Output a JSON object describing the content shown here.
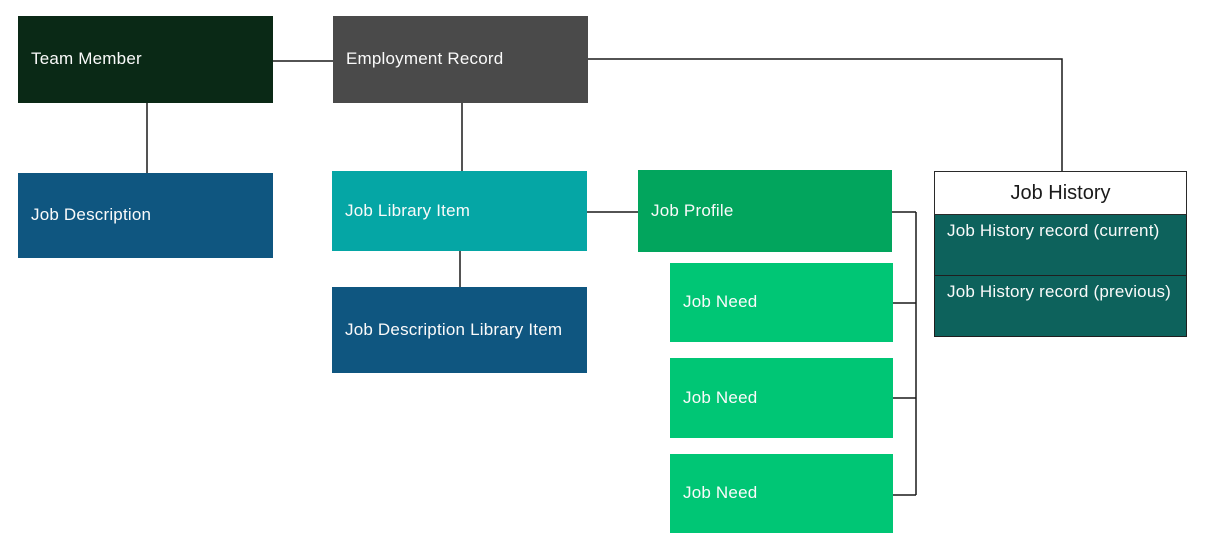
{
  "diagram": {
    "palette": {
      "line_color": "#1a1a1a",
      "node_text_color": "#fafafa",
      "history_header_text_color": "#1a1a1a"
    },
    "nodes": {
      "team_member": {
        "label": "Team Member",
        "color": "#0a2916"
      },
      "employment_record": {
        "label": "Employment Record",
        "color": "#4a4a4a"
      },
      "job_description": {
        "label": "Job Description",
        "color": "#0f5680"
      },
      "job_library_item": {
        "label": "Job Library Item",
        "color": "#05a6a5"
      },
      "job_description_library_item": {
        "label": "Job Description Library Item",
        "color": "#0f5680"
      },
      "job_profile": {
        "label": "Job Profile",
        "color": "#02a55d"
      },
      "job_need_1": {
        "label": "Job Need",
        "color": "#00c675"
      },
      "job_need_2": {
        "label": "Job Need",
        "color": "#00c675"
      },
      "job_need_3": {
        "label": "Job Need",
        "color": "#00c675"
      },
      "job_history": {
        "header": "Job History",
        "row_color": "#0d625c",
        "rows": [
          {
            "label": "Job History record (current)"
          },
          {
            "label": "Job History record (previous)"
          }
        ]
      }
    },
    "edges": [
      {
        "from": "team_member",
        "to": "employment_record"
      },
      {
        "from": "team_member",
        "to": "job_description"
      },
      {
        "from": "employment_record",
        "to": "job_library_item"
      },
      {
        "from": "employment_record",
        "to": "job_history"
      },
      {
        "from": "job_library_item",
        "to": "job_description_library_item"
      },
      {
        "from": "job_library_item",
        "to": "job_profile"
      },
      {
        "from": "job_profile",
        "to": "job_need_1"
      },
      {
        "from": "job_profile",
        "to": "job_need_2"
      },
      {
        "from": "job_profile",
        "to": "job_need_3"
      }
    ]
  }
}
